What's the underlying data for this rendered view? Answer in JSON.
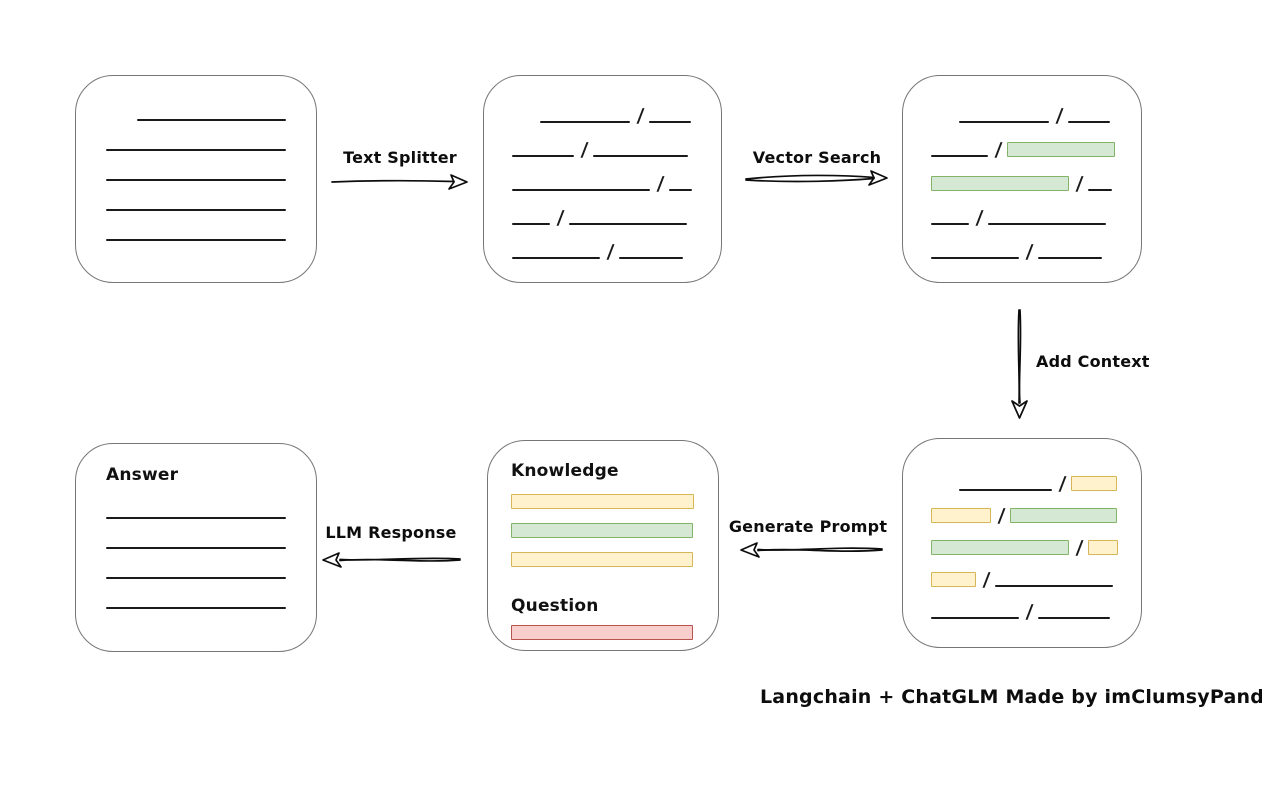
{
  "caption": "Langchain + ChatGLM Made by imClumsyPanda",
  "labels": {
    "text_splitter": "Text Splitter",
    "vector_search": "Vector Search",
    "add_context": "Add Context",
    "generate_prompt": "Generate Prompt",
    "llm_response": "LLM Response"
  },
  "colors": {
    "line": "#1a1a1a",
    "box_border": "#767676",
    "green_fill": "#d5e8d4",
    "green_border": "#82b366",
    "yellow_fill": "#fff2cc",
    "yellow_border": "#d6b656",
    "red_fill": "#f8cecc",
    "red_border": "#b85450"
  },
  "boxes": {
    "document": {
      "rows": [
        [
          {
            "t": "gap",
            "w": 31
          },
          {
            "t": "line",
            "w": 149
          }
        ],
        [
          {
            "t": "line",
            "w": 180
          }
        ],
        [
          {
            "t": "line",
            "w": 180
          }
        ],
        [
          {
            "t": "line",
            "w": 180
          }
        ],
        [
          {
            "t": "line",
            "w": 180
          }
        ]
      ]
    },
    "chunks": {
      "rows": [
        [
          {
            "t": "gap",
            "w": 28
          },
          {
            "t": "line",
            "w": 90
          },
          {
            "t": "slash"
          },
          {
            "t": "line",
            "w": 42
          }
        ],
        [
          {
            "t": "line",
            "w": 62
          },
          {
            "t": "slash"
          },
          {
            "t": "line",
            "w": 95
          }
        ],
        [
          {
            "t": "line",
            "w": 138
          },
          {
            "t": "slash"
          },
          {
            "t": "line",
            "w": 23
          }
        ],
        [
          {
            "t": "line",
            "w": 38
          },
          {
            "t": "slash"
          },
          {
            "t": "line",
            "w": 118
          }
        ],
        [
          {
            "t": "line",
            "w": 88
          },
          {
            "t": "slash"
          },
          {
            "t": "line",
            "w": 64
          }
        ]
      ]
    },
    "matched": {
      "rows": [
        [
          {
            "t": "gap",
            "w": 28
          },
          {
            "t": "line",
            "w": 90
          },
          {
            "t": "slash"
          },
          {
            "t": "line",
            "w": 42
          }
        ],
        [
          {
            "t": "line",
            "w": 57
          },
          {
            "t": "slash"
          },
          {
            "t": "bar",
            "color": "green",
            "w": 108
          }
        ],
        [
          {
            "t": "bar",
            "color": "green",
            "w": 138
          },
          {
            "t": "slash"
          },
          {
            "t": "line",
            "w": 24
          }
        ],
        [
          {
            "t": "line",
            "w": 38
          },
          {
            "t": "slash"
          },
          {
            "t": "line",
            "w": 118
          }
        ],
        [
          {
            "t": "line",
            "w": 88
          },
          {
            "t": "slash"
          },
          {
            "t": "line",
            "w": 64
          }
        ]
      ]
    },
    "context": {
      "rows": [
        [
          {
            "t": "gap",
            "w": 28
          },
          {
            "t": "line",
            "w": 93
          },
          {
            "t": "slash"
          },
          {
            "t": "bar",
            "color": "yellow",
            "w": 46
          }
        ],
        [
          {
            "t": "bar",
            "color": "yellow",
            "w": 60
          },
          {
            "t": "slash"
          },
          {
            "t": "bar",
            "color": "green",
            "w": 107
          }
        ],
        [
          {
            "t": "bar",
            "color": "green",
            "w": 138
          },
          {
            "t": "slash"
          },
          {
            "t": "bar",
            "color": "yellow",
            "w": 30
          }
        ],
        [
          {
            "t": "bar",
            "color": "yellow",
            "w": 45
          },
          {
            "t": "slash"
          },
          {
            "t": "line",
            "w": 118
          }
        ],
        [
          {
            "t": "line",
            "w": 88
          },
          {
            "t": "slash"
          },
          {
            "t": "line",
            "w": 72
          }
        ]
      ]
    },
    "prompt": {
      "knowledge_label": "Knowledge",
      "question_label": "Question",
      "knowledge_bars": [
        {
          "color": "yellow",
          "w": 183
        },
        {
          "color": "green",
          "w": 182
        },
        {
          "color": "yellow",
          "w": 182
        }
      ],
      "question_bars": [
        {
          "color": "red",
          "w": 182
        }
      ]
    },
    "answer": {
      "label": "Answer",
      "rows": [
        [
          {
            "t": "line",
            "w": 180
          }
        ],
        [
          {
            "t": "line",
            "w": 180
          }
        ],
        [
          {
            "t": "line",
            "w": 180
          }
        ],
        [
          {
            "t": "line",
            "w": 180
          }
        ]
      ]
    }
  }
}
